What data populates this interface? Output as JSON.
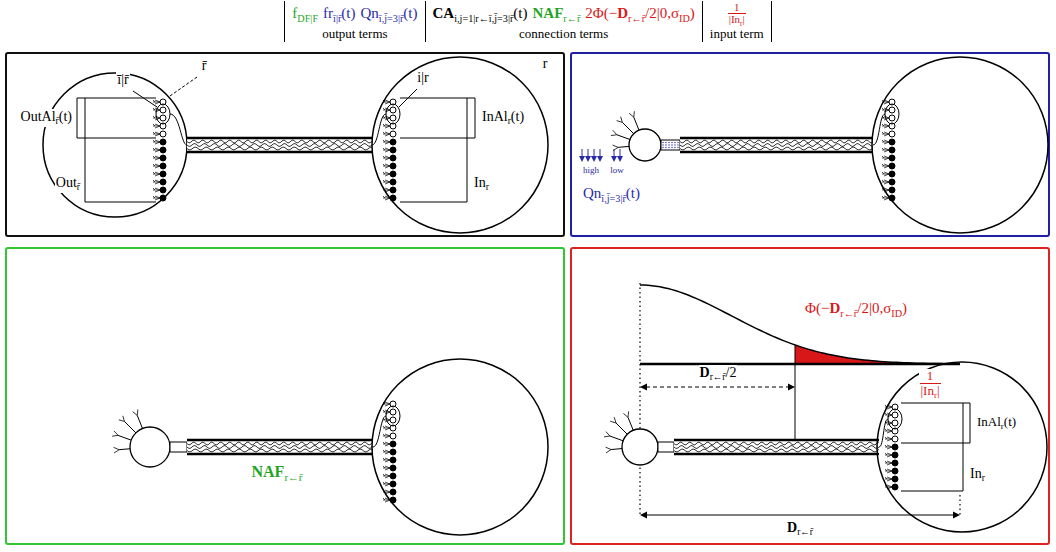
{
  "diagram": {
    "nodes": [
      {
        "text": [
          "ī|r̄",
          "r̄",
          "OutAl",
          "r̄",
          "(t)",
          "Out",
          "r̄",
          "i|r",
          "InAl",
          "r",
          "(t)",
          "In",
          "r",
          "r"
        ]
      },
      {
        "text": [
          "Qn",
          "ī,j̄=3|r̄",
          "(t)",
          "high",
          "low"
        ]
      },
      {
        "text": [
          "NAF",
          "r←r̄"
        ]
      },
      {
        "text": [
          "Φ(−",
          "D",
          "r←r̄",
          "/2|0,σ",
          "ID",
          ")",
          "D",
          "r←r̄",
          "/2",
          "1",
          "|In",
          "r",
          "|",
          "InAl",
          "r",
          "(t)",
          "In",
          "r",
          "D",
          "r←r̄"
        ]
      }
    ],
    "labels": [
      "f",
      "DF|F",
      "fr",
      "ī|r̄",
      "(t)",
      "Qn",
      "ī,j̄=3|r̄",
      "(t)",
      "CA",
      "i,j=1|r←ī,j̄=3|r̄",
      "(t)",
      "NAF",
      "r←r̄",
      "2Φ(−",
      "D",
      "r←r̄",
      "/2|0,σ",
      "ID",
      ")",
      "1",
      "|In",
      "r",
      "|",
      "output terms",
      "connection terms",
      "input term"
    ]
  }
}
